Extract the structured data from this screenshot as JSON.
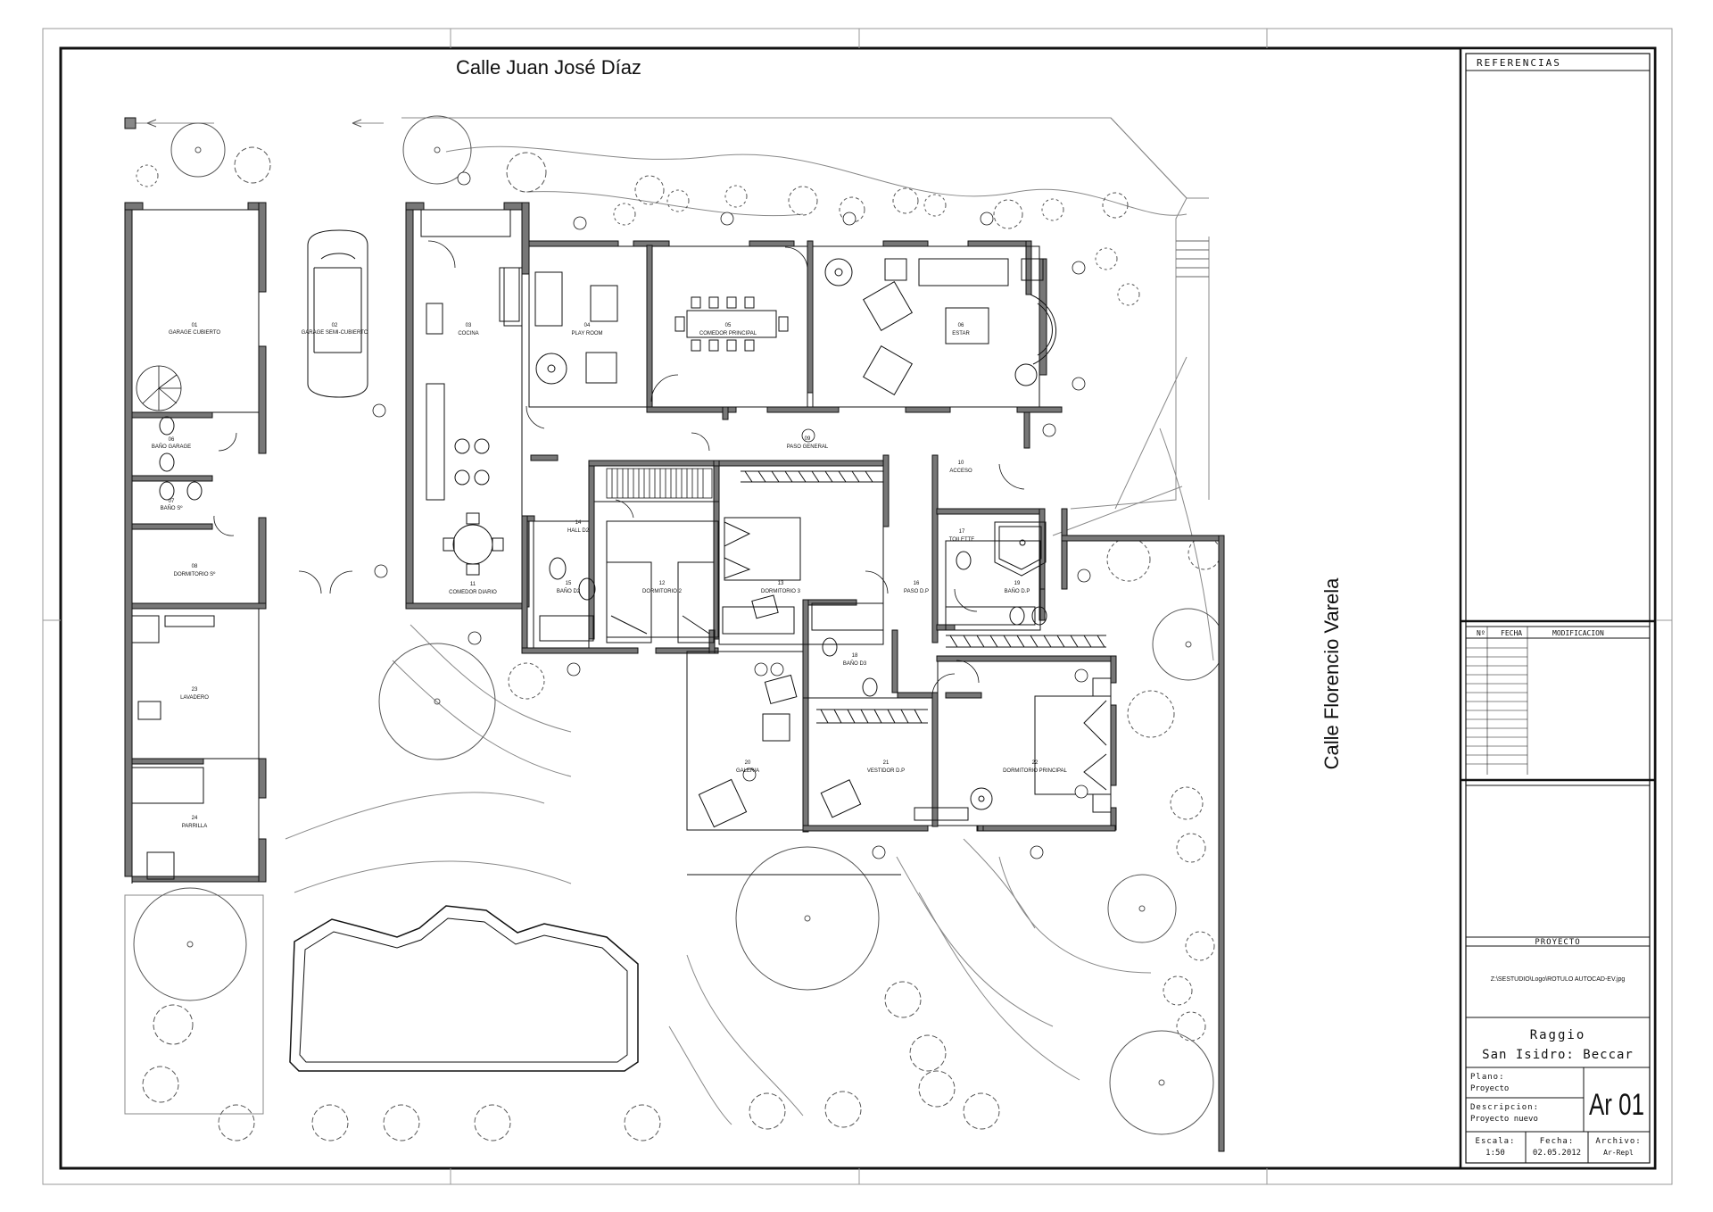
{
  "streets": {
    "north": "Calle Juan José Díaz",
    "east": "Calle Florencio Varela"
  },
  "rooms": [
    {
      "num": "01",
      "name": "GARAGE CUBIERTO"
    },
    {
      "num": "02",
      "name": "GARAGE SEMI-CUBIERTO"
    },
    {
      "num": "03",
      "name": "COCINA"
    },
    {
      "num": "04",
      "name": "PLAY ROOM"
    },
    {
      "num": "05",
      "name": "COMEDOR PRINCIPAL"
    },
    {
      "num": "06",
      "name": "ESTAR"
    },
    {
      "num": "06",
      "name": "BAÑO GARAGE"
    },
    {
      "num": "07",
      "name": "BAÑO Sº"
    },
    {
      "num": "08",
      "name": "DORMITORIO Sº"
    },
    {
      "num": "09",
      "name": "PASO GENERAL"
    },
    {
      "num": "10",
      "name": "ACCESO"
    },
    {
      "num": "11",
      "name": "COMEDOR DIARIO"
    },
    {
      "num": "12",
      "name": "DORMITORIO 2"
    },
    {
      "num": "13",
      "name": "DORMITORIO 3"
    },
    {
      "num": "14",
      "name": "HALL D2"
    },
    {
      "num": "15",
      "name": "BAÑO D2"
    },
    {
      "num": "16",
      "name": "PASO D.P"
    },
    {
      "num": "17",
      "name": "TOILETTE"
    },
    {
      "num": "18",
      "name": "BAÑO D3"
    },
    {
      "num": "19",
      "name": "BAÑO D.P"
    },
    {
      "num": "20",
      "name": "GALERIA"
    },
    {
      "num": "21",
      "name": "VESTIDOR D.P"
    },
    {
      "num": "22",
      "name": "DORMITORIO PRINCIPAL"
    },
    {
      "num": "23",
      "name": "LAVADERO"
    },
    {
      "num": "24",
      "name": "PARRILLA"
    }
  ],
  "title_block": {
    "referencias": "REFERENCIAS",
    "mod_headers": [
      "Nº",
      "FECHA",
      "MODIFICACION"
    ],
    "proyecto_header": "PROYECTO",
    "logo_path": "Z:\\SESTUDIO\\Logo\\ROTULO AUTOCAD-EV.jpg",
    "client": "Raggio",
    "location": "San Isidro: Beccar",
    "plano_label": "Plano:",
    "plano_value": "Proyecto",
    "descripcion_label": "Descripcion:",
    "descripcion_value": "Proyecto nuevo",
    "sheet": "Ar 01",
    "escala_label": "Escala:",
    "escala_value": "1:50",
    "fecha_label": "Fecha:",
    "fecha_value": "02.05.2012",
    "archivo_label": "Archivo:",
    "archivo_value": "Ar-Repl"
  }
}
